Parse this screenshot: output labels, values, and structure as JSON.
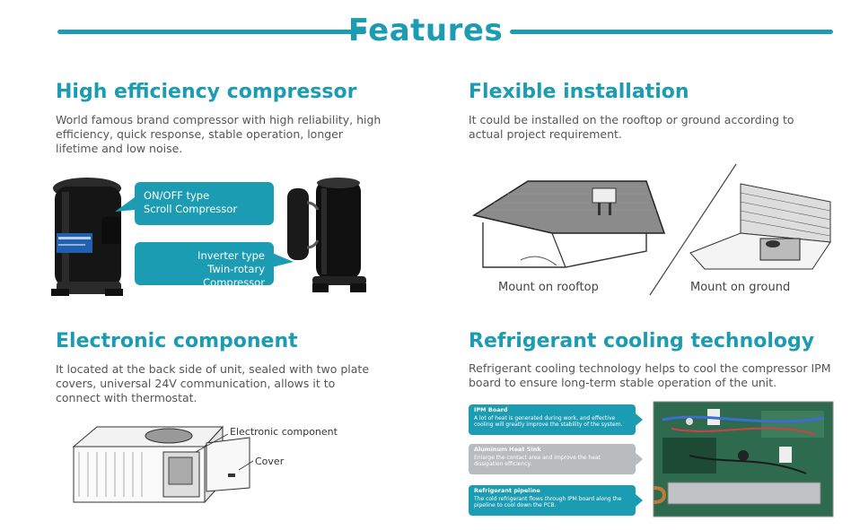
{
  "header": {
    "title": "Features"
  },
  "sections": {
    "compressor": {
      "title": "High efficiency compressor",
      "desc": "World famous brand compressor with high reliability, high efficiency, quick response, stable operation, longer lifetime and low noise.",
      "callout1_line1": "ON/OFF type",
      "callout1_line2": "Scroll Compressor",
      "callout2_line1": "Inverter type",
      "callout2_line2": "Twin-rotary Compressor"
    },
    "installation": {
      "title": "Flexible installation",
      "desc": "It could be installed on the rooftop or ground according to actual project requirement.",
      "caption_roof": "Mount on rooftop",
      "caption_ground": "Mount on ground"
    },
    "electronic": {
      "title": "Electronic component",
      "desc": "It located at the back side of unit, sealed with two plate covers, universal 24V communication, allows it to connect with thermostat.",
      "label_component": "Electronic component",
      "label_cover": "Cover"
    },
    "refrigerant": {
      "title": "Refrigerant cooling technology",
      "desc": "Refrigerant cooling technology helps to cool the compressor IPM board to ensure long-term stable operation of the unit.",
      "boxes": [
        {
          "title": "IPM Board",
          "text": "A lot of heat is generated during work, and effective cooling will greatly improve the stability of the system."
        },
        {
          "title": "Aluminum Heat Sink",
          "text": "Enlarge the contact area and improve the heat dissipation efficiency."
        },
        {
          "title": "Refrigerant pipeline",
          "text": "The cold refrigerant flows through IPM board along the pipeline to cool down the PCB."
        }
      ]
    }
  },
  "colors": {
    "accent": "#1c9cb3",
    "text": "#555555",
    "grey_box": "#b9bcbe"
  }
}
